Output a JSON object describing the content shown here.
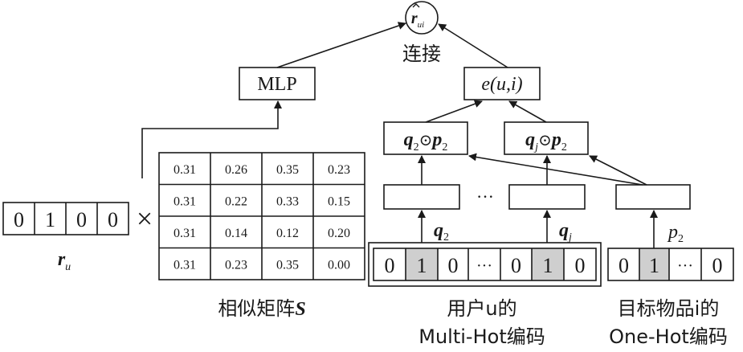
{
  "diagram": {
    "user_vector": {
      "values": [
        "0",
        "1",
        "0",
        "0"
      ],
      "label_main": "r",
      "label_sub": "u"
    },
    "times_symbol": "×",
    "similarity_matrix": {
      "rows": [
        [
          "0.31",
          "0.26",
          "0.35",
          "0.23"
        ],
        [
          "0.31",
          "0.22",
          "0.33",
          "0.15"
        ],
        [
          "0.31",
          "0.14",
          "0.12",
          "0.20"
        ],
        [
          "0.31",
          "0.23",
          "0.35",
          "0.00"
        ]
      ],
      "caption_cn": "相似矩阵",
      "caption_sym": "S"
    },
    "mlp_label": "MLP",
    "output_node": {
      "main": "r",
      "sub": "ui"
    },
    "concat_label": "连接",
    "e_label": {
      "pre": "e(u",
      "mid": ",",
      "post": "i)"
    },
    "products": [
      {
        "q": "q",
        "q_sub": "2",
        "op": "⊙",
        "p": "p",
        "p_sub": "2"
      },
      {
        "q": "q",
        "q_sub": "j",
        "op": "⊙",
        "p": "p",
        "p_sub": "2"
      }
    ],
    "ellipsis": "···",
    "edge_labels": {
      "q2": {
        "main": "q",
        "sub": "2"
      },
      "qj": {
        "main": "q",
        "sub": "j"
      },
      "p2": {
        "main": "p",
        "sub": "2"
      }
    },
    "multi_hot": {
      "values": [
        "0",
        "1",
        "0",
        "···",
        "0",
        "1",
        "0"
      ],
      "highlighted": [
        1,
        5
      ],
      "caption_line1": "用户u的",
      "caption_line2": "Multi-Hot编码"
    },
    "one_hot": {
      "values": [
        "0",
        "1",
        "···",
        "0"
      ],
      "highlighted": [
        1
      ],
      "caption_line1": "目标物品i的",
      "caption_line2": "One-Hot编码"
    }
  }
}
